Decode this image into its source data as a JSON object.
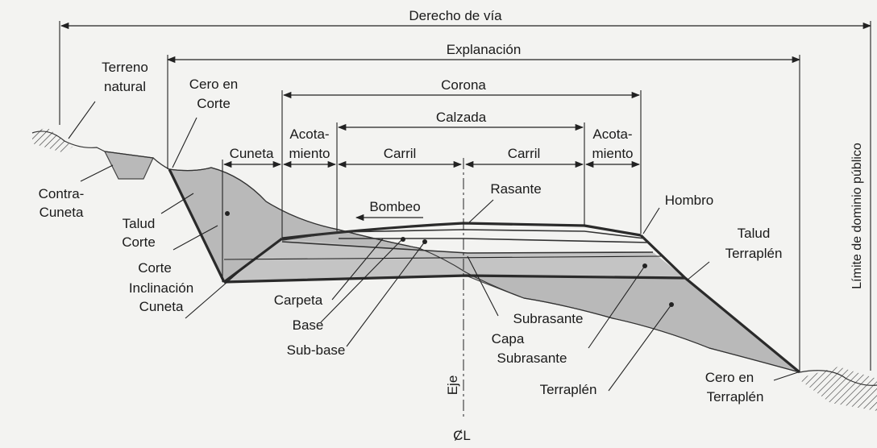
{
  "dimensions": {
    "derecho_de_via": "Derecho de vía",
    "explanacion": "Explanación",
    "corona": "Corona",
    "calzada": "Calzada",
    "acotamiento_left": [
      "Acota-",
      "miento"
    ],
    "acotamiento_right": [
      "Acota-",
      "miento"
    ],
    "carril_left": "Carril",
    "carril_right": "Carril",
    "cuneta": "Cuneta",
    "limite": "Límite de dominio público"
  },
  "labels": {
    "terreno_natural": [
      "Terreno",
      "natural"
    ],
    "cero_en_corte": [
      "Cero en",
      "Corte"
    ],
    "contra_cuneta": [
      "Contra-",
      "Cuneta"
    ],
    "talud_corte": [
      "Talud",
      "Corte"
    ],
    "corte": "Corte",
    "inclinacion_cuneta": [
      "Inclinación",
      "Cuneta"
    ],
    "bombeo": "Bombeo",
    "rasante": "Rasante",
    "hombro": "Hombro",
    "talud_terraplen": [
      "Talud",
      "Terraplén"
    ],
    "carpeta": "Carpeta",
    "base": "Base",
    "sub_base": "Sub-base",
    "subrasante": "Subrasante",
    "capa_subrasante": [
      "Capa",
      "Subrasante"
    ],
    "terraplen": "Terraplén",
    "cero_en_terraplen": [
      "Cero en",
      "Terraplén"
    ],
    "eje": "Eje",
    "centerline_symbol": "ȻL"
  }
}
